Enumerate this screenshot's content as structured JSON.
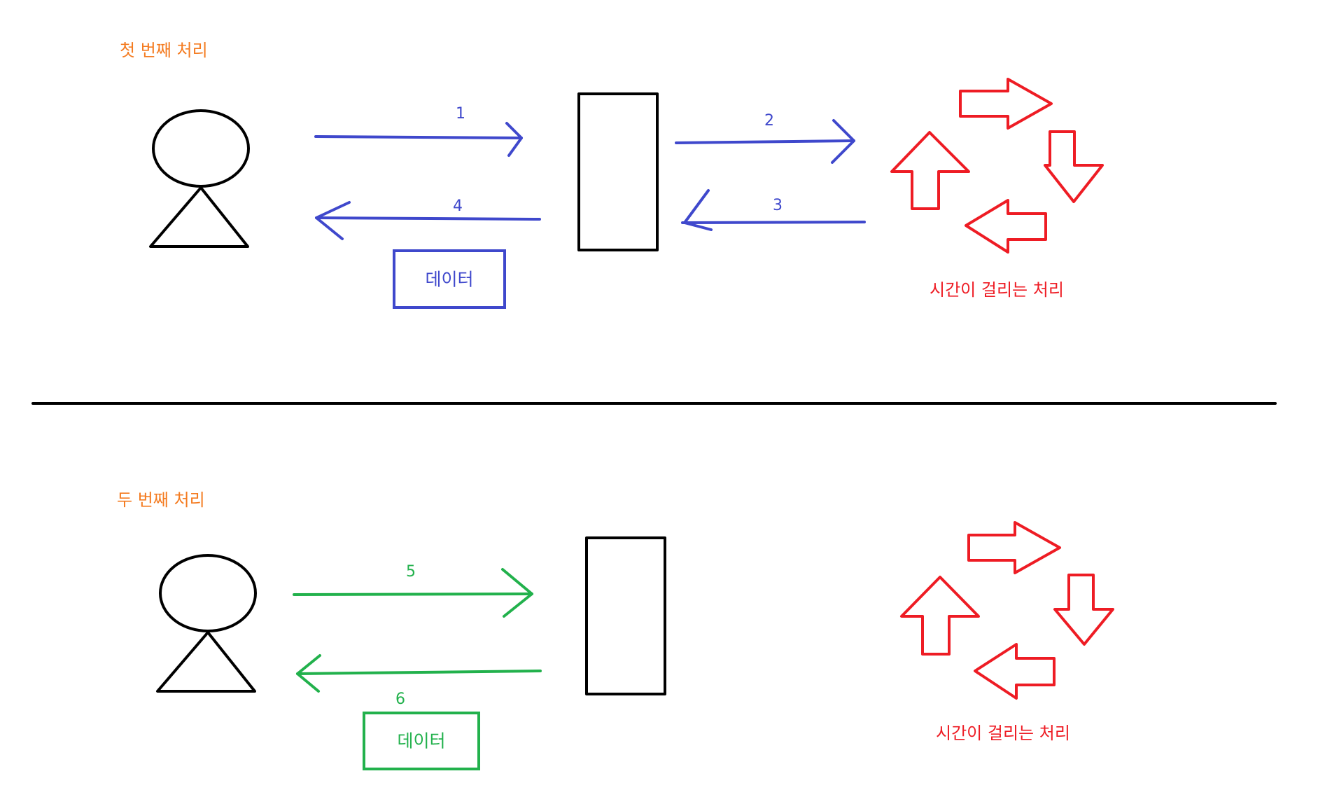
{
  "colors": {
    "title": "#f47b20",
    "flow1": "#3f48cc",
    "flow2": "#22b14c",
    "process": "#ee1c24",
    "outline": "#000000"
  },
  "panels": [
    {
      "title": "첫 번째 처리",
      "steps": [
        "1",
        "2",
        "3",
        "4"
      ],
      "data_box": "데이터",
      "process_label": "시간이 걸리는 처리"
    },
    {
      "title": "두 번째 처리",
      "steps": [
        "5",
        "6"
      ],
      "data_box": "데이터",
      "process_label": "시간이 걸리는 처리"
    }
  ]
}
